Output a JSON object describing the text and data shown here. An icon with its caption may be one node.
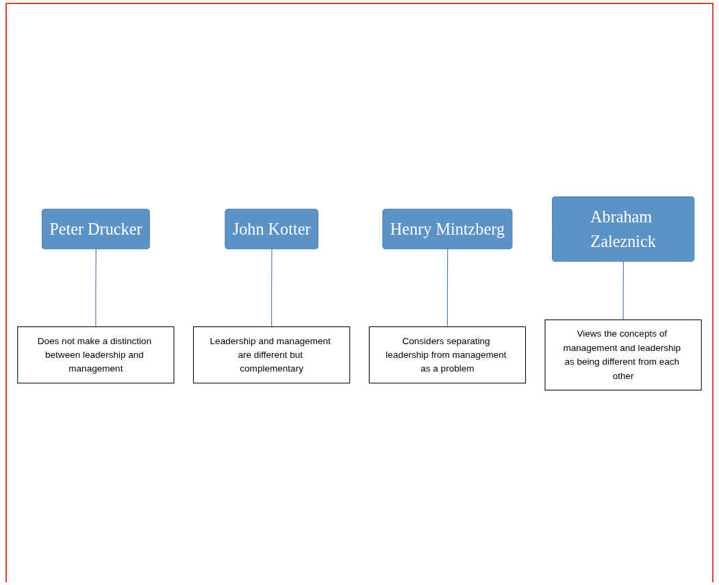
{
  "diagram": {
    "nodes": [
      {
        "text": [
          "Peter Drucker"
        ]
      },
      {
        "text": [
          "John Kotter"
        ]
      },
      {
        "text": [
          "Henry Mintzberg"
        ]
      },
      {
        "text": [
          "Abraham Zaleznick"
        ]
      },
      {
        "text": [
          "Does not make a distinction between leadership and management"
        ]
      },
      {
        "text": [
          "Leadership and management are different but complementary"
        ]
      },
      {
        "text": [
          "Considers separating leadership from management as a problem"
        ]
      },
      {
        "text": [
          "Views the concepts of management and leadership as being different from each other"
        ]
      }
    ],
    "edges": [
      {
        "from": 0,
        "to": 4,
        "arrow": "none"
      },
      {
        "from": 1,
        "to": 5,
        "arrow": "none"
      },
      {
        "from": 2,
        "to": 6,
        "arrow": "none"
      },
      {
        "from": 3,
        "to": 7,
        "arrow": "none"
      }
    ]
  }
}
